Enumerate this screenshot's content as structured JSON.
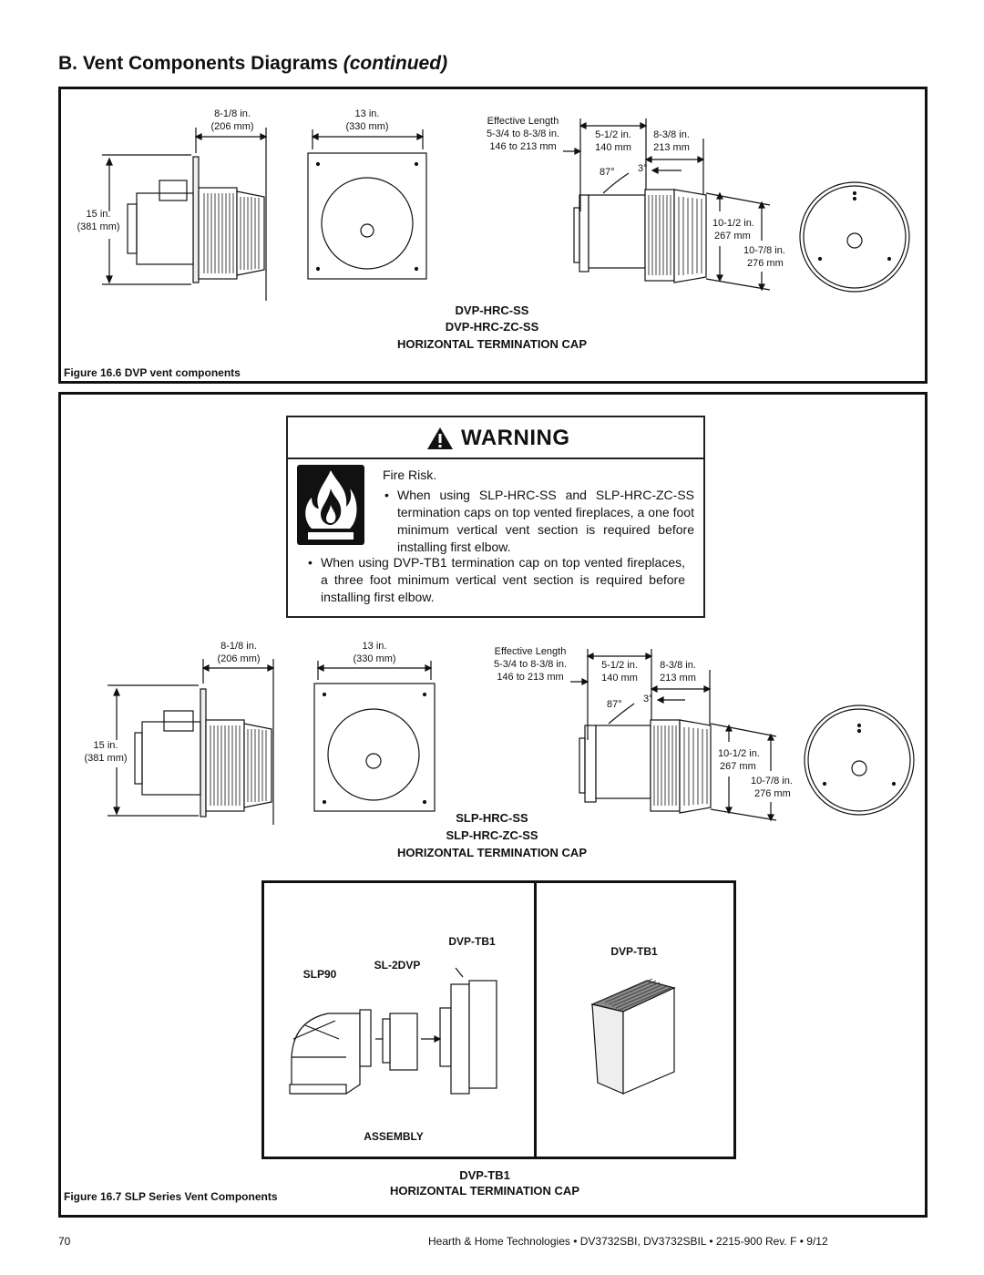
{
  "heading": {
    "main": "B. Vent Components Diagrams",
    "italic": "continued"
  },
  "fig1": {
    "dim_width_in": "8-1/8 in.",
    "dim_width_mm": "(206 mm)",
    "dim_square_in": "13 in.",
    "dim_square_mm": "(330 mm)",
    "dim_height_in": "15 in.",
    "dim_height_mm": "(381 mm)",
    "eff_label": "Effective Length",
    "eff_in": "5-3/4 to 8-3/8 in.",
    "eff_mm": "146 to 213 mm",
    "d1_in": "5-1/2 in.",
    "d1_mm": "140 mm",
    "d2_in": "8-3/8 in.",
    "d2_mm": "213 mm",
    "angle1": "87°",
    "angle2": "3°",
    "d3_in": "10-1/2 in.",
    "d3_mm": "267 mm",
    "d4_in": "10-7/8 in.",
    "d4_mm": "276 mm",
    "model1": "DVP-HRC-SS",
    "model2": "DVP-HRC-ZC-SS",
    "title": "HORIZONTAL TERMINATION CAP",
    "caption": "Figure 16.6  DVP vent components"
  },
  "warning": {
    "title": "WARNING",
    "risk": "Fire Risk.",
    "bullet1": "When using SLP-HRC-SS and SLP-HRC-ZC-SS termination caps on top vented fireplaces, a one foot minimum vertical vent section is required before installing first elbow.",
    "bullet2": "When using DVP-TB1 termination cap on top vented fireplaces, a three foot minimum vertical vent section is required before installing first elbow."
  },
  "fig2": {
    "dim_width_in": "8-1/8 in.",
    "dim_width_mm": "(206 mm)",
    "dim_square_in": "13 in.",
    "dim_square_mm": "(330 mm)",
    "dim_height_in": "15 in.",
    "dim_height_mm": "(381 mm)",
    "eff_label": "Effective Length",
    "eff_in": "5-3/4 to 8-3/8 in.",
    "eff_mm": "146 to 213 mm",
    "d1_in": "5-1/2 in.",
    "d1_mm": "140 mm",
    "d2_in": "8-3/8 in.",
    "d2_mm": "213 mm",
    "angle1": "87°",
    "angle2": "3°",
    "d3_in": "10-1/2 in.",
    "d3_mm": "267 mm",
    "d4_in": "10-7/8 in.",
    "d4_mm": "276 mm",
    "model1": "SLP-HRC-SS",
    "model2": "SLP-HRC-ZC-SS",
    "title": "HORIZONTAL TERMINATION CAP",
    "assembly_dvp": "DVP-TB1",
    "assembly_slp90": "SLP90",
    "assembly_sl2dvp": "SL-2DVP",
    "assembly_label": "ASSEMBLY",
    "right_dvp": "DVP-TB1",
    "bottom_model": "DVP-TB1",
    "bottom_title": "HORIZONTAL TERMINATION CAP",
    "caption": "Figure 16.7  SLP Series Vent Components"
  },
  "footer": {
    "page": "70",
    "text": "Hearth & Home Technologies  •  DV3732SBI, DV3732SBIL  •  2215-900 Rev. F  •  9/12"
  }
}
